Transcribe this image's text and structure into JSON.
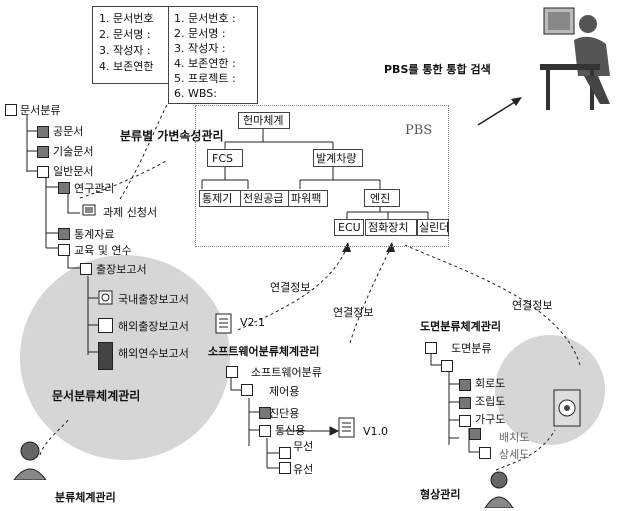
{
  "doc_boxes": {
    "back": [
      "1. 문서번호",
      "2. 문서명 :",
      "3. 작성자 :",
      "4. 보존연한"
    ],
    "front": [
      "1. 문서번호 :",
      "2. 문서명 :",
      "3. 작성자 :",
      "4. 보존연한 :",
      "5. 프로젝트 :",
      "6. WBS:"
    ]
  },
  "labels": {
    "pbs_search": "PBS를 통한 통합 검색",
    "category_attr": "분류별 가변속성관리",
    "doc_system": "문서분류체계관리",
    "classification": "분류체계관리",
    "software_system": "소프트웨어분류체계관리",
    "drawing_system": "도면분류체계관리",
    "image_mgmt": "형상관리",
    "link_info_1": "연결정보",
    "link_info_2": "연결정보",
    "link_info_3": "연결정보",
    "v21": "V2.1",
    "v10": "V1.0"
  },
  "pbs": {
    "title": "PBS",
    "root": "헌마체계",
    "l1": [
      "FCS",
      "발계차량"
    ],
    "l2": [
      "통제기",
      "전원공급",
      "파워팩",
      "엔진"
    ],
    "l3": [
      "ECU",
      "점화장치",
      "실린더"
    ]
  },
  "doc_tree": {
    "root": "문서분류",
    "items": [
      "공문서",
      "기술문서",
      "일반문서",
      "연구관리",
      "과제 신청서",
      "통계자료",
      "교육 및 연수",
      "출장보고서",
      "국내출장보고서",
      "해외출장보고서",
      "해외연수보고서"
    ]
  },
  "sw_tree": {
    "root": "소프트웨어분류",
    "items": [
      "제어용",
      "진단용",
      "통신용",
      "무선",
      "유선"
    ]
  },
  "dwg_tree": {
    "root": "도면분류",
    "items": [
      "회로도",
      "조립도",
      "가구도",
      "배치도",
      "상세도"
    ]
  }
}
